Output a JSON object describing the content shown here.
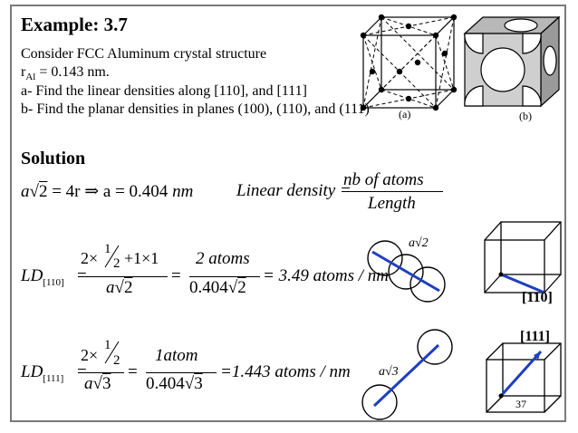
{
  "header": {
    "title": "Example: 3.7"
  },
  "problem": {
    "line1": "Consider FCC Aluminum crystal structure",
    "radius_prefix": "r",
    "radius_subscript": "Al",
    "radius_value": "= 0.143 nm.",
    "task_a": "a- Find the linear densities along [110], and [111]",
    "task_b": "b- Find the planar densities in planes (100), (110), and (111)"
  },
  "figure_labels": {
    "a": "(a)",
    "b": "(b)"
  },
  "solution": {
    "heading": "Solution",
    "eq_lattice_lhs": "a",
    "eq_lattice_rad": "2",
    "eq_lattice_mid": "= 4r ⇒ a = 0.404",
    "eq_lattice_unit": "nm",
    "ld_def_lhs": "Linear density =",
    "ld_def_num": "nb of atoms",
    "ld_def_den": "Length"
  },
  "ld110": {
    "lhs": "LD",
    "sub": "[110]",
    "num1_a": "2×",
    "num1_fnum": "1",
    "num1_fden": "2",
    "num1_b": "+1×1",
    "den1_a": "a",
    "den1_rad": "2",
    "eq1": "=",
    "num2": "2 atoms",
    "den2_a": "0.404",
    "den2_rad": "2",
    "result": "= 3.49 atoms / nm",
    "label_len": "a√2",
    "dir_label": "[110]"
  },
  "ld111": {
    "lhs": "LD",
    "sub": "[111]",
    "num1_a": "2×",
    "num1_fnum": "1",
    "num1_fden": "2",
    "den1_a": "a",
    "den1_rad": "3",
    "eq1": "=",
    "num2": "1atom",
    "den2_a": "0.404",
    "den2_rad": "3",
    "result": "=1.443 atoms / nm",
    "label_len": "a√3",
    "dir_label": "[111]"
  },
  "footer": {
    "page_number": "37"
  },
  "colors": {
    "frame": "#7a7a7a",
    "direction_line": "#1f3fbf",
    "text": "#000000"
  }
}
